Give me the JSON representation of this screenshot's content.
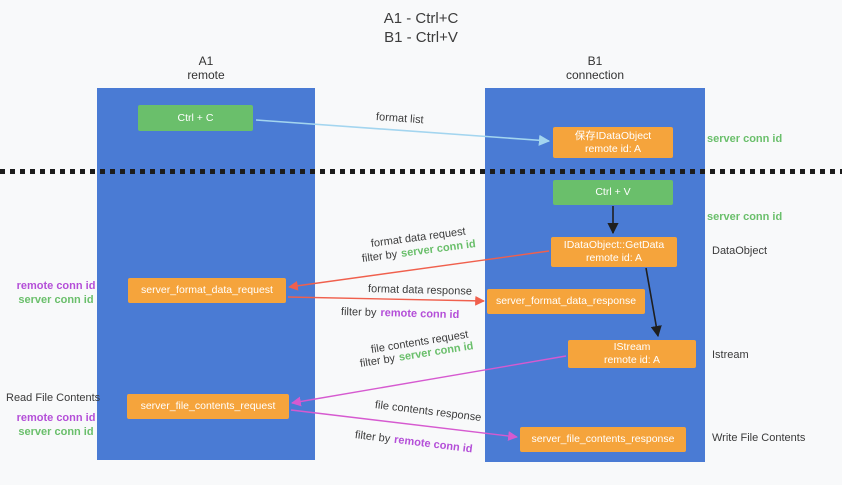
{
  "title": {
    "line1": "A1 - Ctrl+C",
    "line2": "B1 - Ctrl+V"
  },
  "lanes": {
    "left": {
      "name": "A1",
      "sub": "remote"
    },
    "right": {
      "name": "B1",
      "sub": "connection"
    }
  },
  "nodes": {
    "ctrl_c": {
      "label": "Ctrl + C"
    },
    "save_dataobject": {
      "line1": "保存IDataObject",
      "line2": "remote id: A"
    },
    "ctrl_v": {
      "label": "Ctrl + V"
    },
    "getdata": {
      "line1": "IDataObject::GetData",
      "line2": "remote id: A"
    },
    "format_request": {
      "label": "server_format_data_request"
    },
    "format_response": {
      "label": "server_format_data_response"
    },
    "istream": {
      "line1": "IStream",
      "line2": "remote id: A"
    },
    "file_request": {
      "label": "server_file_contents_request"
    },
    "file_response": {
      "label": "server_file_contents_response"
    }
  },
  "arrow_labels": {
    "format_list": "format list",
    "format_data_request": "format data request",
    "format_data_response": "format data response",
    "file_contents_request": "file contents request",
    "file_contents_response": "file contents response",
    "filter_by": "filter by",
    "server_conn_id": "server conn id",
    "remote_conn_id": "remote conn id"
  },
  "side_labels": {
    "server_conn_id_top": "server conn id",
    "server_conn_id_mid": "server conn id",
    "dataobject": "DataObject",
    "istream": "Istream",
    "read_file_contents": "Read File Contents",
    "write_file_contents": "Write File Contents",
    "left_remote_conn_id_1": "remote conn id",
    "left_server_conn_id_1": "server conn id",
    "left_remote_conn_id_2": "remote conn id",
    "left_server_conn_id_2": "server conn id"
  },
  "colors": {
    "lane_blue": "#4a7bd4",
    "box_green": "#6abf6b",
    "box_orange": "#f5a43c",
    "arrow_red": "#f0604d",
    "arrow_magenta": "#d65ad0",
    "arrow_light_blue": "#a3d5ef",
    "arrow_black": "#1f1f1f",
    "text_green": "#6abf6b",
    "text_purple": "#b44fd8"
  }
}
